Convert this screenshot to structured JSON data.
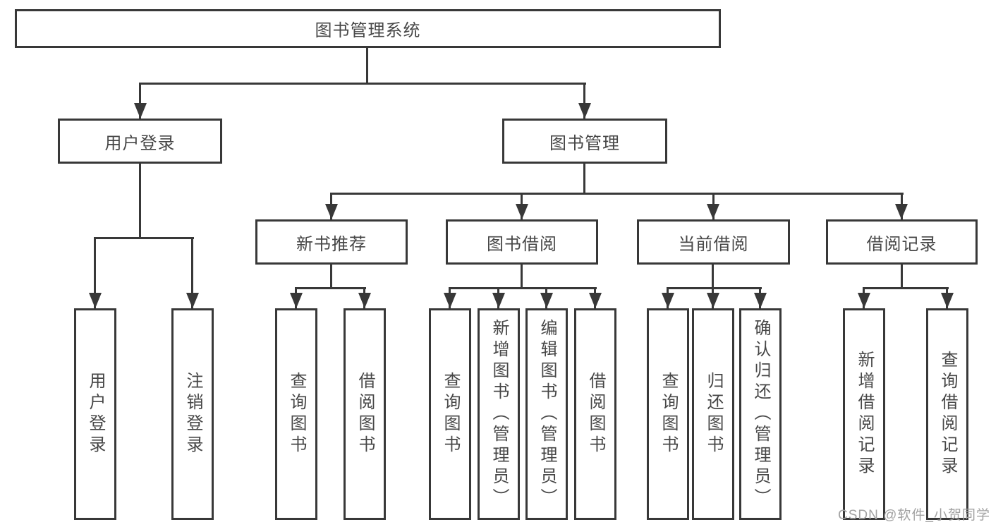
{
  "tree": {
    "label": "图书管理系统",
    "children": [
      {
        "label": "用户登录",
        "children": [
          {
            "label": "用户登录"
          },
          {
            "label": "注销登录"
          }
        ]
      },
      {
        "label": "图书管理",
        "children": [
          {
            "label": "新书推荐",
            "children": [
              {
                "label": "查询图书"
              },
              {
                "label": "借阅图书"
              }
            ]
          },
          {
            "label": "图书借阅",
            "children": [
              {
                "label": "查询图书"
              },
              {
                "label": "新增图书（管理员）"
              },
              {
                "label": "编辑图书（管理员）"
              },
              {
                "label": "借阅图书"
              }
            ]
          },
          {
            "label": "当前借阅",
            "children": [
              {
                "label": "查询图书"
              },
              {
                "label": "归还图书"
              },
              {
                "label": "确认归还（管理员）"
              }
            ]
          },
          {
            "label": "借阅记录",
            "children": [
              {
                "label": "新增借阅记录"
              },
              {
                "label": "查询借阅记录"
              }
            ]
          }
        ]
      }
    ]
  },
  "watermark": {
    "text": "CSDN @软件_小贺同学"
  },
  "colors": {
    "line": "#383838",
    "box_border": "#383838",
    "text": "#474747",
    "watermark": "#a2a2a2",
    "background": "#ffffff"
  }
}
